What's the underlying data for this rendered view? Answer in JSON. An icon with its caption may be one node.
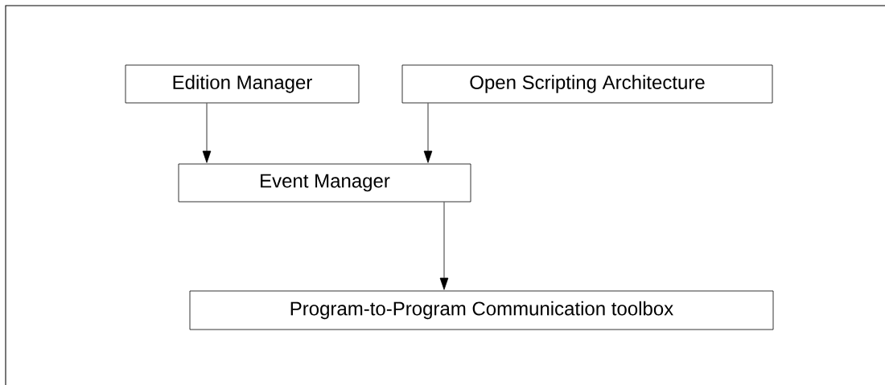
{
  "diagram": {
    "nodes": [
      {
        "text": [
          "Edition Manager"
        ]
      },
      {
        "text": [
          "Open Scripting Architecture"
        ]
      },
      {
        "text": [
          "Event Manager"
        ]
      },
      {
        "text": [
          "Program-to-Program Communication toolbox"
        ]
      }
    ],
    "edges": [
      {
        "from": 0,
        "to": 2,
        "arrow": "to"
      },
      {
        "from": 1,
        "to": 2,
        "arrow": "to"
      },
      {
        "from": 2,
        "to": 3,
        "arrow": "to"
      }
    ]
  }
}
